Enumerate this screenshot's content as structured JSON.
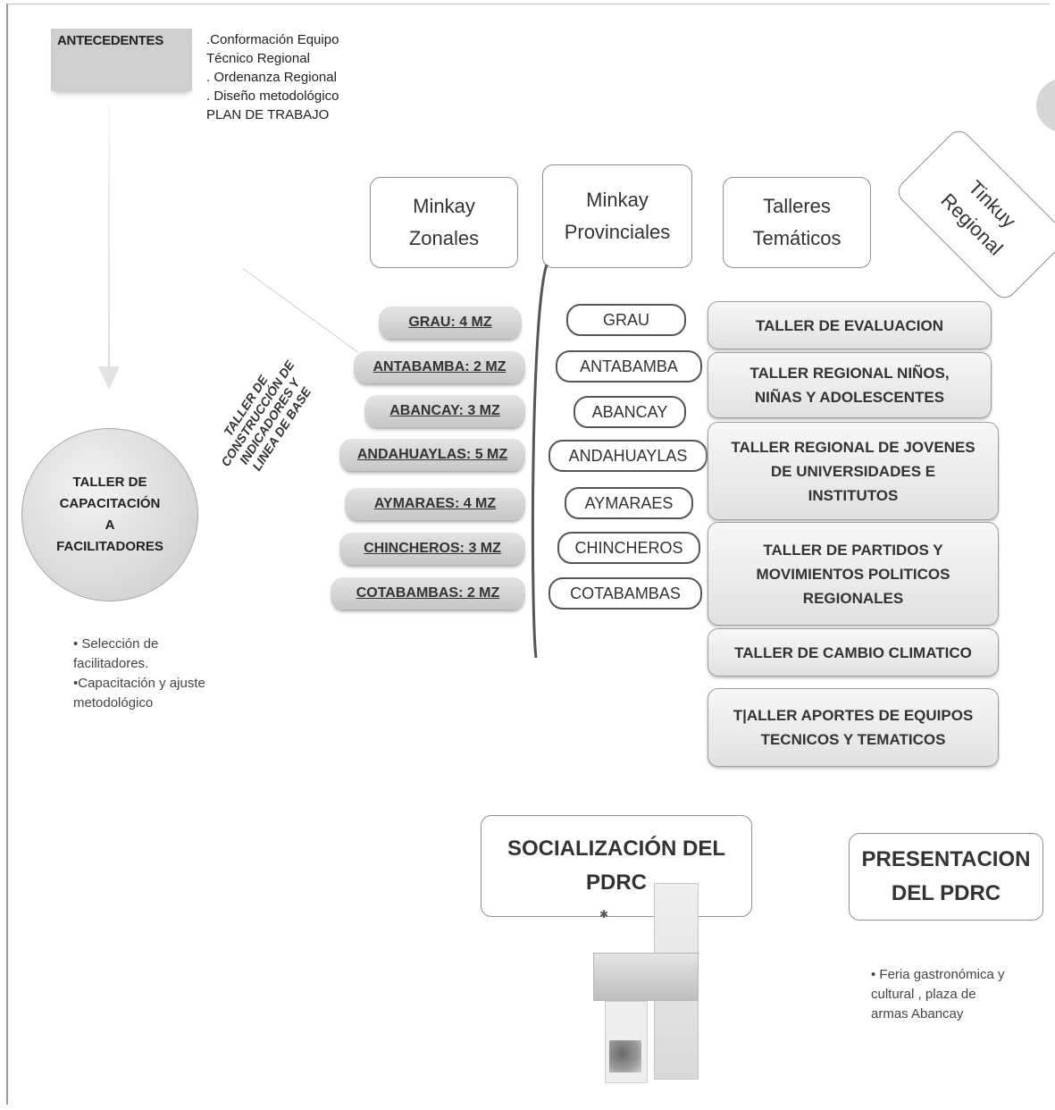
{
  "antecedentes": {
    "title": "ANTECEDENTES",
    "items": [
      ".Conformación Equipo",
      "Técnico Regional",
      ". Ordenanza Regional",
      ". Diseño metodológico",
      "PLAN DE TRABAJO"
    ]
  },
  "capacitacion": {
    "label": "TALLER DE\nCAPACITACIÓN\nA\nFACILITADORES",
    "notes": [
      "• Selección de",
      "facilitadores.",
      "•Capacitación y ajuste",
      "metodológico"
    ]
  },
  "construccion_label": "TALLER DE\nCONSTRUCCIÓN DE\nINDICADORES Y\nLINEA DE BASE",
  "headers": {
    "zonales": "Minkay\nZonales",
    "provinciales": "Minkay\nProvinciales",
    "tematicos": "Talleres\nTemáticos",
    "regional": "Tinkuy\nRegional"
  },
  "zonales": [
    "GRAU: 4 MZ",
    "ANTABAMBA: 2 MZ",
    "ABANCAY: 3 MZ",
    "ANDAHUAYLAS: 5 MZ",
    "AYMARAES:  4 MZ",
    "CHINCHEROS: 3 MZ",
    "COTABAMBAS: 2 MZ"
  ],
  "provinciales": [
    "GRAU",
    "ANTABAMBA",
    "ABANCAY",
    "ANDAHUAYLAS",
    "AYMARAES",
    "CHINCHEROS",
    "COTABAMBAS"
  ],
  "talleres": [
    "TALLER DE EVALUACION",
    "TALLER REGIONAL NIÑOS,\nNIÑAS Y ADOLESCENTES",
    "TALLER REGIONAL DE JOVENES\nDE UNIVERSIDADES E\nINSTITUTOS",
    "TALLER DE PARTIDOS Y\nMOVIMIENTOS POLITICOS\nREGIONALES",
    "TALLER  DE CAMBIO CLIMATICO",
    "T|ALLER  APORTES DE EQUIPOS\nTECNICOS Y TEMATICOS"
  ],
  "socializacion": "SOCIALIZACIÓN DEL\nPDRC",
  "presentacion": {
    "label": "PRESENTACION\nDEL PDRC",
    "notes": [
      "• Feria gastronómica y",
      "cultural , plaza de",
      "armas Abancay"
    ]
  }
}
